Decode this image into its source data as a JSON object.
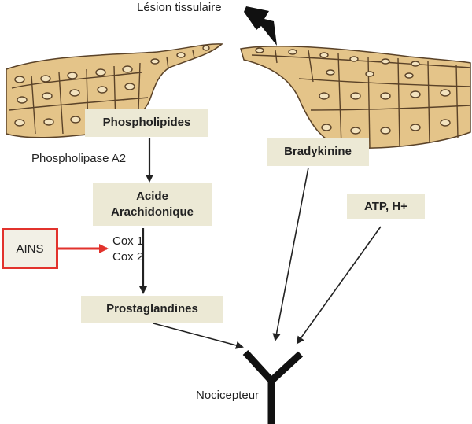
{
  "title": "Lésion tissulaire",
  "nodes": {
    "phospholipides": "Phospholipides",
    "acide_line1": "Acide",
    "acide_line2": "Arachidonique",
    "prostaglandines": "Prostaglandines",
    "bradykinine": "Bradykinine",
    "atp": "ATP, H+",
    "ains": "AINS"
  },
  "edge_labels": {
    "phospholipase": "Phospholipase A2",
    "cox1": "Cox 1",
    "cox2": "Cox 2"
  },
  "receptor_label": "Nocicepteur",
  "colors": {
    "tissue_fill": "#e4c489",
    "tissue_stroke": "#5a4228",
    "box_fill": "#ece9d5",
    "inhibitor_red": "#e2322c",
    "arrow": "#222222"
  }
}
